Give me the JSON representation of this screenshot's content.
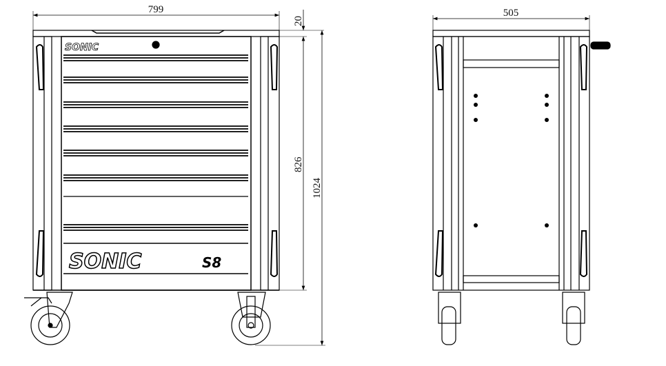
{
  "drawing": {
    "front_view": {
      "width_dim": "799",
      "top_dim": "20",
      "body_height_dim": "826",
      "total_height_dim": "1024",
      "brand_top": "SONIC",
      "brand_bottom": "SONIC",
      "model": "S8"
    },
    "side_view": {
      "depth_dim": "505"
    }
  }
}
